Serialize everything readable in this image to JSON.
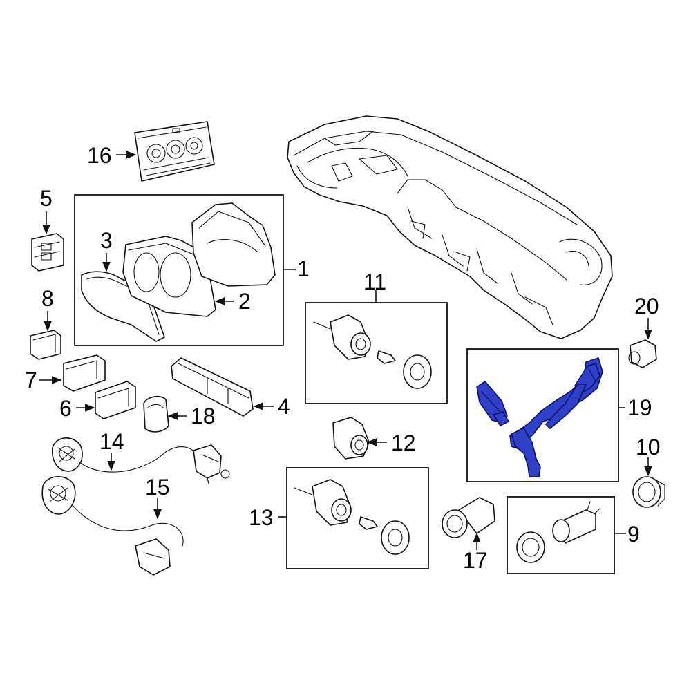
{
  "callouts": {
    "c1": "1",
    "c2": "2",
    "c3": "3",
    "c4": "4",
    "c5": "5",
    "c6": "6",
    "c7": "7",
    "c8": "8",
    "c9": "9",
    "c10": "10",
    "c11": "11",
    "c12": "12",
    "c13": "13",
    "c14": "14",
    "c15": "15",
    "c16": "16",
    "c17": "17",
    "c18": "18",
    "c19": "19",
    "c20": "20"
  },
  "colors": {
    "highlight": "#2f3fc8",
    "line": "#111111",
    "background": "#ffffff"
  }
}
